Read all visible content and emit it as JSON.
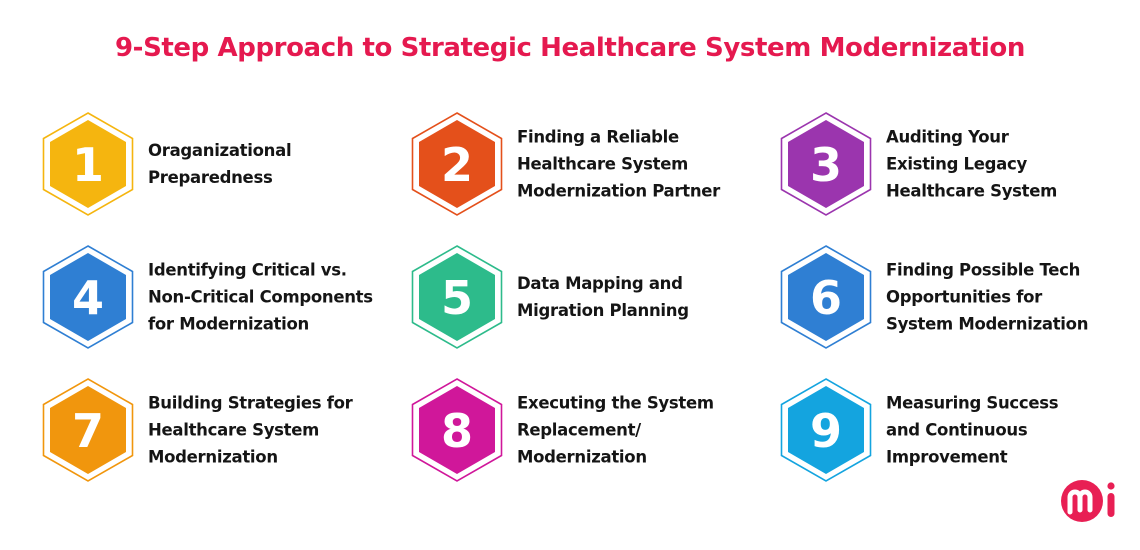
{
  "title": "9-Step Approach to Strategic Healthcare System Modernization",
  "steps": [
    {
      "number": "1",
      "color": "#F5B50F",
      "lines": [
        "Oraganizational",
        "Preparedness"
      ]
    },
    {
      "number": "2",
      "color": "#E4501B",
      "lines": [
        "Finding a Reliable",
        "Healthcare System",
        "Modernization Partner"
      ]
    },
    {
      "number": "3",
      "color": "#9B35AE",
      "lines": [
        "Auditing Your",
        "Existing Legacy",
        "Healthcare System"
      ]
    },
    {
      "number": "4",
      "color": "#2F7FD3",
      "lines": [
        "Identifying Critical vs.",
        "Non-Critical Components",
        "for Modernization"
      ]
    },
    {
      "number": "5",
      "color": "#2DBB8B",
      "lines": [
        "Data Mapping and",
        "Migration Planning"
      ]
    },
    {
      "number": "6",
      "color": "#2F7FD3",
      "lines": [
        "Finding Possible Tech",
        "Opportunities for",
        "System Modernization"
      ]
    },
    {
      "number": "7",
      "color": "#F1960D",
      "lines": [
        "Building Strategies for",
        "Healthcare System",
        "Modernization"
      ]
    },
    {
      "number": "8",
      "color": "#D0179A",
      "lines": [
        "Executing the System",
        "Replacement/",
        "Modernization"
      ]
    },
    {
      "number": "9",
      "color": "#14A4DF",
      "lines": [
        "Measuring Success",
        "and Continuous",
        "Improvement"
      ]
    }
  ],
  "logo": {
    "name": "mi-logo",
    "color": "#E81F54"
  }
}
